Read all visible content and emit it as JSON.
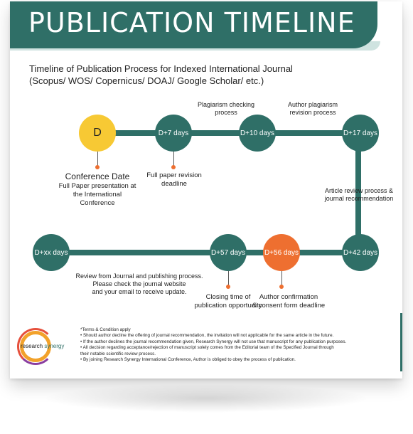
{
  "header": {
    "title": "PUBLICATION TIMELINE"
  },
  "subtitle": {
    "line1": "Timeline of Publication Process for Indexed International Journal",
    "line2": "(Scopus/ WOS/ Copernicus/ DOAJ/ Google Scholar/ etc.)"
  },
  "colors": {
    "teal": "#2f6f67",
    "yellow": "#f7c934",
    "orange": "#ee6f30",
    "light_teal": "#cfe3e0"
  },
  "nodes": {
    "d": "D",
    "d7": "D+7 days",
    "d10": "D+10 days",
    "d17": "D+17 days",
    "d42": "D+42 days",
    "d56": "D+56 days",
    "d57": "D+57 days",
    "dxx": "D+xx days"
  },
  "labels": {
    "plagiarism_checking": [
      "Plagiarism checking",
      "process"
    ],
    "author_plagiarism": [
      "Author plagiarism",
      "revision process"
    ],
    "conference_date": "Conference Date",
    "full_paper_presentation": [
      "Full Paper presentation at",
      "the International",
      "Conference"
    ],
    "full_paper_revision": [
      "Full paper revision",
      "deadline"
    ],
    "article_review": [
      "Article review process &",
      "journal recommendation"
    ],
    "review_from_journal": [
      "Review from Journal and publishing process.",
      "Please check  the journal website",
      "and your email to receive update."
    ],
    "closing_time": [
      "Closing time of",
      "publication opportunity"
    ],
    "author_confirmation": [
      "Author confirmation",
      "& consent form deadline"
    ]
  },
  "logo": {
    "word1": "research",
    "word2": "synergy"
  },
  "terms": [
    "*Terms & Condition apply",
    "• Should author decline the offering of journal recommendation, the invitation will not applicable for the same article in the future.",
    "• If the author declines the journal recommendation given, Research Synergy will not use that manuscript for any publication purposes.",
    "• All decision regarding acceptance/rejection of manuscript solely comes from the Editorial team of the Specified Journal through",
    "   their notable scientific review process.",
    "• By joining Research Synergy International Conference, Author is obliged to obey the process of publication."
  ]
}
